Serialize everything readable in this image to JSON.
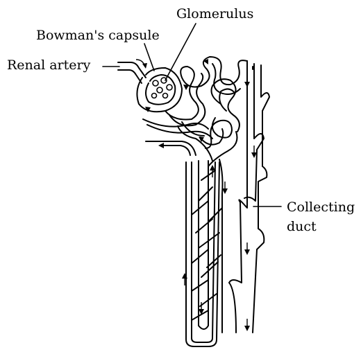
{
  "labels": {
    "glomerulus": "Glomerulus",
    "bowmans_capsule": "Bowman's capsule",
    "renal_artery": "Renal artery",
    "collecting_duct_line1": "Collecting",
    "collecting_duct_line2": "duct"
  },
  "colors": {
    "ink": "#000000",
    "background": "#ffffff"
  }
}
